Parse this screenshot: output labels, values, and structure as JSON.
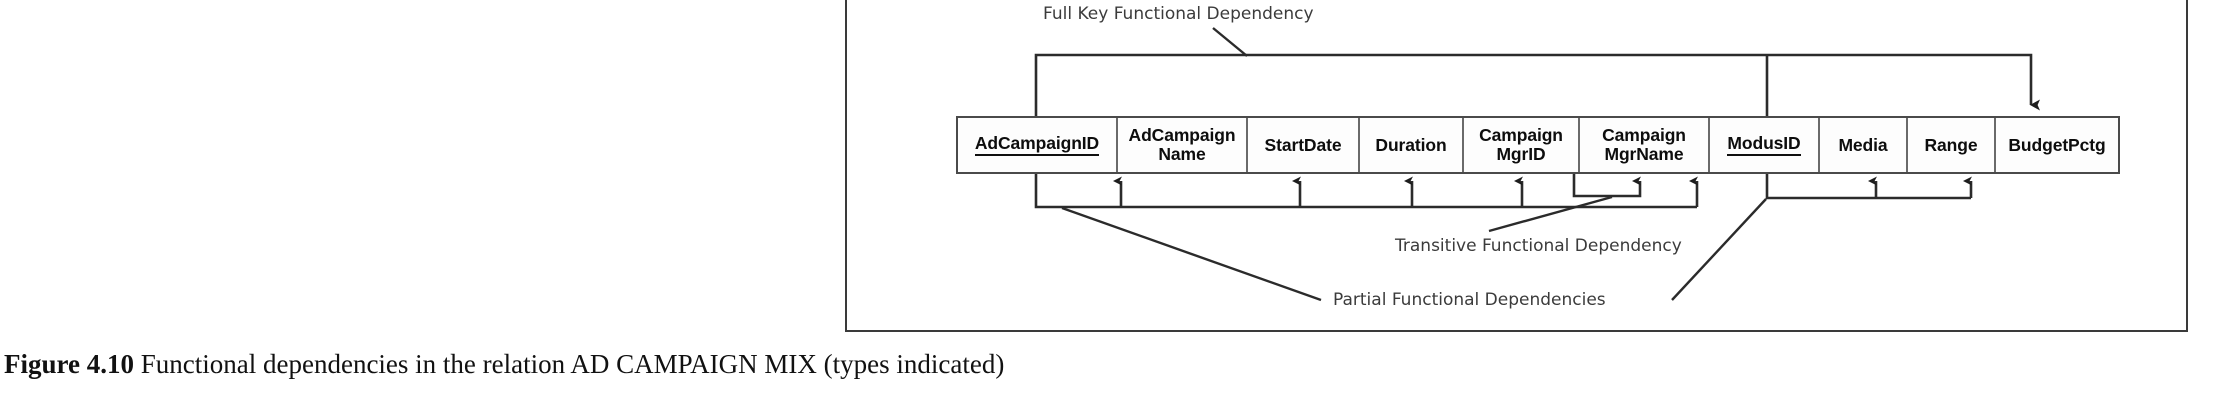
{
  "figure": {
    "caption_label": "Figure 4.10",
    "caption_text": "Functional dependencies in the relation AD CAMPAIGN MIX (types indicated)"
  },
  "relation": {
    "name": "AD CAMPAIGN MIX",
    "attributes": [
      {
        "label": "AdCampaignID",
        "is_key": true,
        "width": 160
      },
      {
        "label": "AdCampaign\nName",
        "is_key": false,
        "width": 130
      },
      {
        "label": "StartDate",
        "is_key": false,
        "width": 112
      },
      {
        "label": "Duration",
        "is_key": false,
        "width": 104
      },
      {
        "label": "Campaign\nMgrID",
        "is_key": false,
        "width": 116
      },
      {
        "label": "Campaign\nMgrName",
        "is_key": false,
        "width": 130
      },
      {
        "label": "ModusID",
        "is_key": true,
        "width": 110
      },
      {
        "label": "Media",
        "is_key": false,
        "width": 88
      },
      {
        "label": "Range",
        "is_key": false,
        "width": 88
      },
      {
        "label": "BudgetPctg",
        "is_key": false,
        "width": 122
      }
    ]
  },
  "annotations": {
    "full_key": "Full Key Functional Dependency",
    "transitive": "Transitive Functional Dependency",
    "partial": "Partial Functional Dependencies"
  },
  "colors": {
    "frame": "#3a3a3a",
    "table_border": "#4a4a4a",
    "cell_divider": "#6a6a6a",
    "connector": "#2b2b2b",
    "text": "#0d0d0d",
    "annotation_text": "#3b3b3b",
    "background": "#ffffff"
  }
}
